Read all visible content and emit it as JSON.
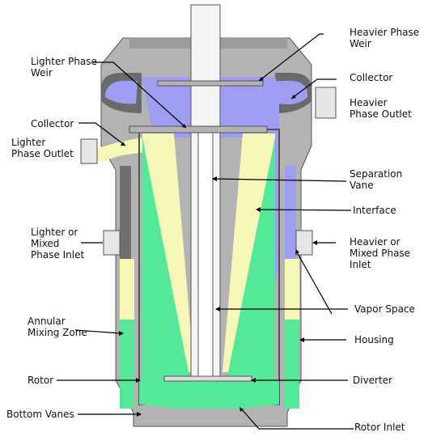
{
  "labels": {
    "heavier_phase_weir": [
      "Heavier Phase",
      "Weir"
    ],
    "lighter_phase_weir": [
      "Lighter Phase",
      "Weir"
    ],
    "collector_right": [
      "Collector"
    ],
    "heavier_phase_outlet": [
      "Heavier",
      "Phase Outlet"
    ],
    "collector_left": [
      "Collector"
    ],
    "lighter_phase_outlet": [
      "Lighter",
      "Phase Outlet"
    ],
    "separation_vane": [
      "Separation",
      "Vane"
    ],
    "interface": [
      "Interface"
    ],
    "lighter_or_mixed_phase_inlet": [
      "Lighter or",
      "Mixed",
      "Phase Inlet"
    ],
    "heavier_or_mixed_phase_inlet": [
      "Heavier or",
      "Mixed Phase",
      "Inlet"
    ],
    "vapor_space": [
      "Vapor Space"
    ],
    "annular_mixing_zone": [
      "Annular",
      "Mixing Zone"
    ],
    "housing": [
      "Housing"
    ],
    "rotor": [
      "Rotor"
    ],
    "diverter": [
      "Diverter"
    ],
    "bottom_vanes": [
      "Bottom Vanes"
    ],
    "rotor_inlet": [
      "Rotor Inlet"
    ]
  },
  "colors": {
    "housing": "#b3b3b3",
    "housing_dark": "#6e6e6e",
    "heavy_phase": "#9d9df2",
    "light_phase": "#f7f7b8",
    "mixed_green": "#55e89a",
    "shaft": "#f4f4f4"
  }
}
